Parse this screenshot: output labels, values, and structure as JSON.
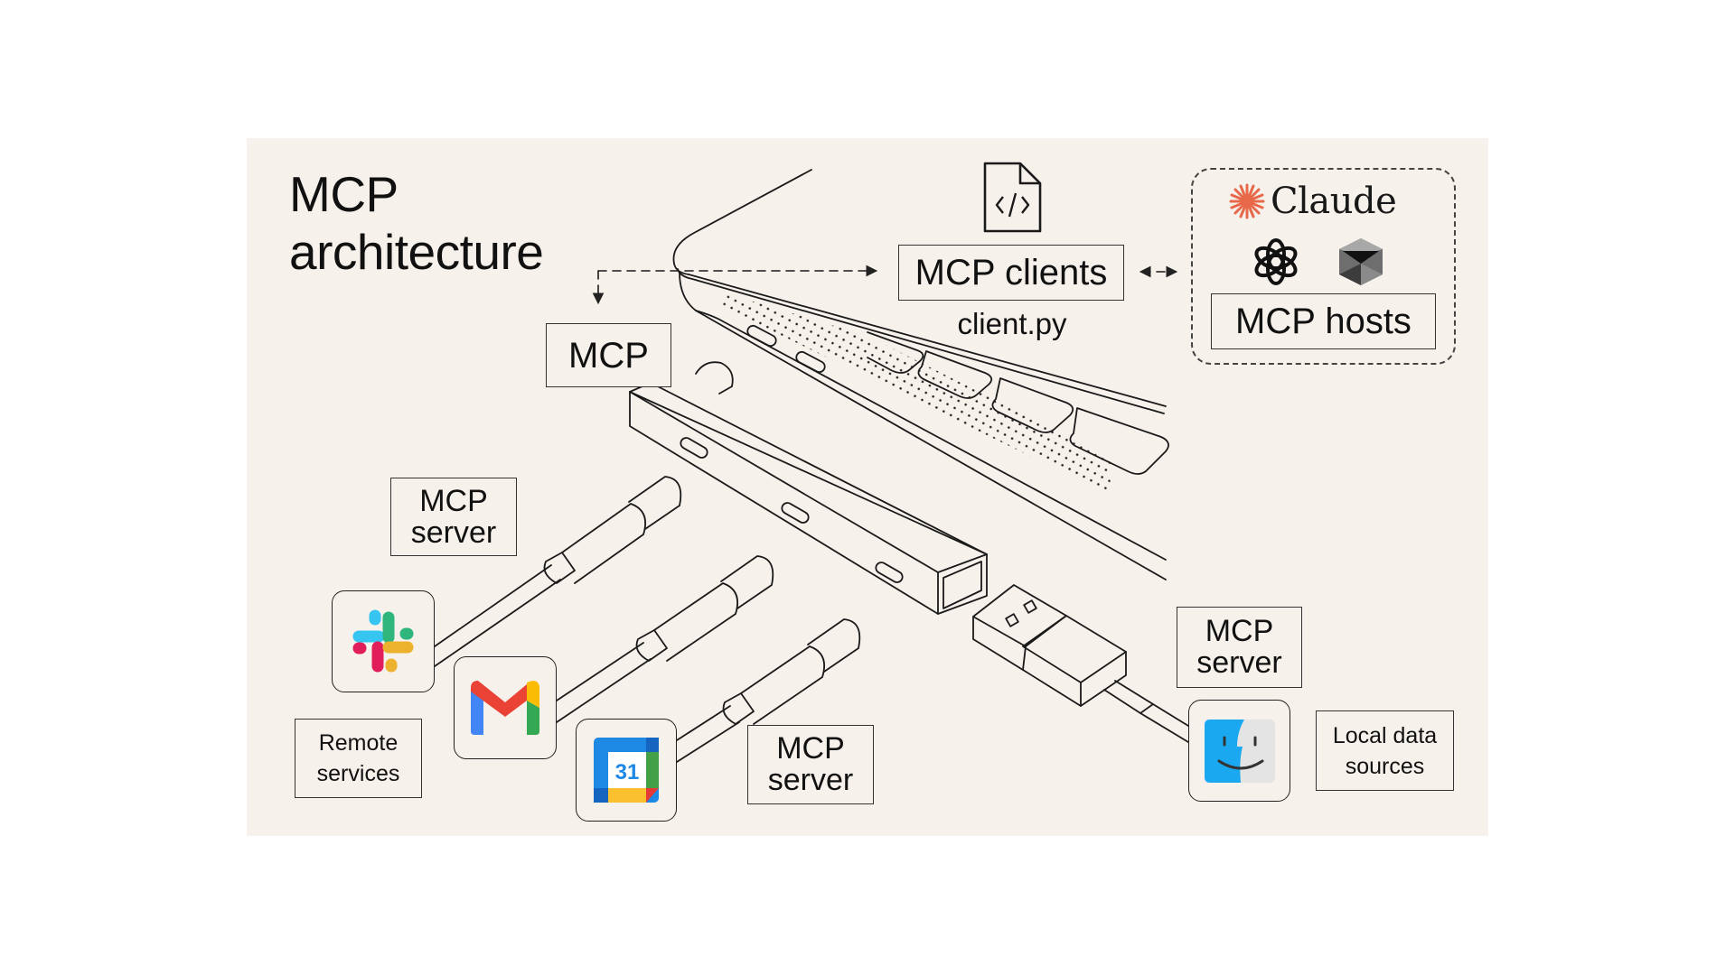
{
  "title": {
    "line1": "MCP",
    "line2": "architecture"
  },
  "hub_label": "MCP",
  "clients": {
    "label": "MCP clients",
    "file_caption": "client.py",
    "file_icon": "code-file-icon"
  },
  "hosts": {
    "label": "MCP hosts",
    "claude_wordmark": "Claude",
    "icons": [
      "claude-asterisk-icon",
      "openai-icon",
      "dark-crystal-logo-icon"
    ],
    "claude_color": "#e8694a"
  },
  "servers": [
    {
      "label_line1": "MCP",
      "label_line2": "server",
      "position": "upper-left"
    },
    {
      "label_line1": "MCP",
      "label_line2": "server",
      "position": "bottom-center"
    },
    {
      "label_line1": "MCP",
      "label_line2": "server",
      "position": "right"
    }
  ],
  "remote": {
    "label_line1": "Remote",
    "label_line2": "services",
    "apps": [
      {
        "name": "Slack",
        "icon": "slack-icon"
      },
      {
        "name": "Gmail",
        "icon": "gmail-icon"
      },
      {
        "name": "Google Calendar",
        "icon": "google-calendar-icon",
        "day": "31"
      }
    ]
  },
  "local": {
    "label_line1": "Local data",
    "label_line2": "sources",
    "apps": [
      {
        "name": "Finder",
        "icon": "finder-icon"
      }
    ]
  },
  "colors": {
    "panel_bg": "#f7f1eb",
    "line": "#1a1a1a",
    "slack_blue": "#36c5f0",
    "slack_green": "#2eb67d",
    "slack_red": "#e01e5a",
    "slack_yellow": "#ecb22e",
    "gmail_red": "#ea4335",
    "gmail_blue": "#4285f4",
    "gmail_green": "#34a853",
    "gmail_yellow": "#fbbc04",
    "finder_blue": "#1aa8f0",
    "finder_gray": "#e6e6e6"
  }
}
